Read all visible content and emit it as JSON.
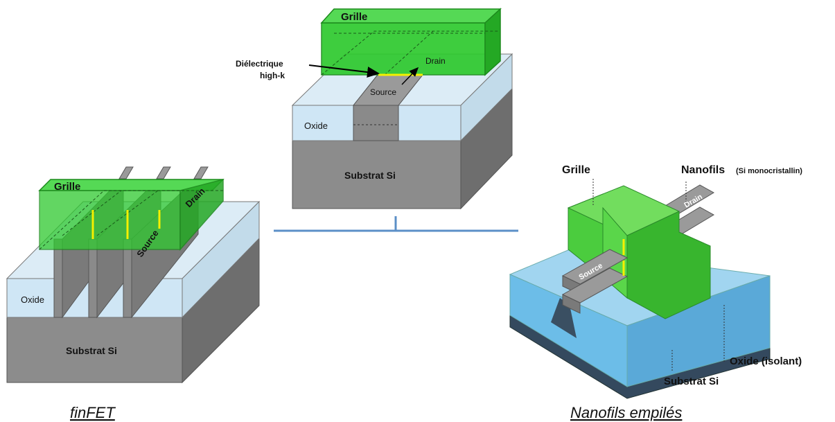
{
  "planar": {
    "grille": "Grille",
    "drain": "Drain",
    "source": "Source",
    "dielectric_line1": "Diélectrique",
    "dielectric_line2": "high-k",
    "oxide": "Oxide",
    "substrate": "Substrat Si"
  },
  "finfet": {
    "grille": "Grille",
    "drain": "Drain",
    "source": "Source",
    "oxide": "Oxide",
    "substrate": "Substrat Si",
    "caption": "finFET"
  },
  "nanowire": {
    "grille": "Grille",
    "nanofils": "Nanofils",
    "nanofils_note": "(Si monocristallin)",
    "drain": "Drain",
    "source": "Source",
    "oxide": "Oxide (isolant)",
    "substrate": "Substrat Si",
    "caption": "Nanofils empilés"
  },
  "colors": {
    "gate_green": "#3fcf3f",
    "silicon_gray": "#8a8a8a",
    "oxide_light_blue": "#cfe8f6",
    "connector_blue": "#5b8fc7",
    "dielectric_yellow": "#f5f000",
    "nanowire_oxide_blue": "#5fb6e4"
  }
}
